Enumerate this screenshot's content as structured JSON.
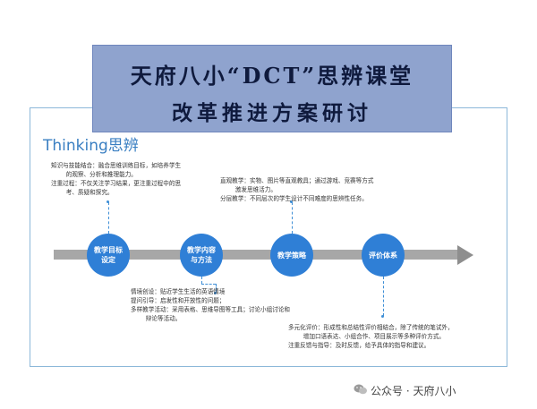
{
  "title": {
    "line1": "天府八小“DCT”思辨课堂",
    "line2": "改革推进方案研讨"
  },
  "thinking": {
    "en": "Thinking",
    "cn": "思辨"
  },
  "nodes": [
    {
      "label": "教学目标设定"
    },
    {
      "label": "教学内容与方法"
    },
    {
      "label": "教学策略"
    },
    {
      "label": "评价体系"
    }
  ],
  "goal_text": "知识与技能结合：融合思维训练目标，如培养学生\n        的观察、分析和推理能力。\n注重过程：不仅关注学习结果，更注重过程中的思\n        考、质疑和探究。",
  "strategy_text": "直观教学：实物、图片等直观教具；通过游戏、竞赛等方式\n        激发思维活力。\n分层教学：不同层次的学生设计不同难度的思辨性任务。",
  "content_text": "情境创设：贴近学生生活的英语情境\n提问引导：启发性和开放性的问题；\n多样教学活动：采用表格、思维导图等工具；讨论小组讨论和\n        辩论等活动。",
  "eval_text": "多元化评价：形成性和总结性评价相结合，除了传统的笔试外，\n        增加口语表达、小组合作、项目展示等多种评价方式。\n注重反馈与指导：及时反馈，给予具体的指导和建议。",
  "watermark": "公众号 · 天府八小",
  "colors": {
    "title_bg": "#8fa3ce",
    "node": "#2f7fd6",
    "accent_text": "#3a7fc2",
    "arrow": "#a7a7a7"
  }
}
